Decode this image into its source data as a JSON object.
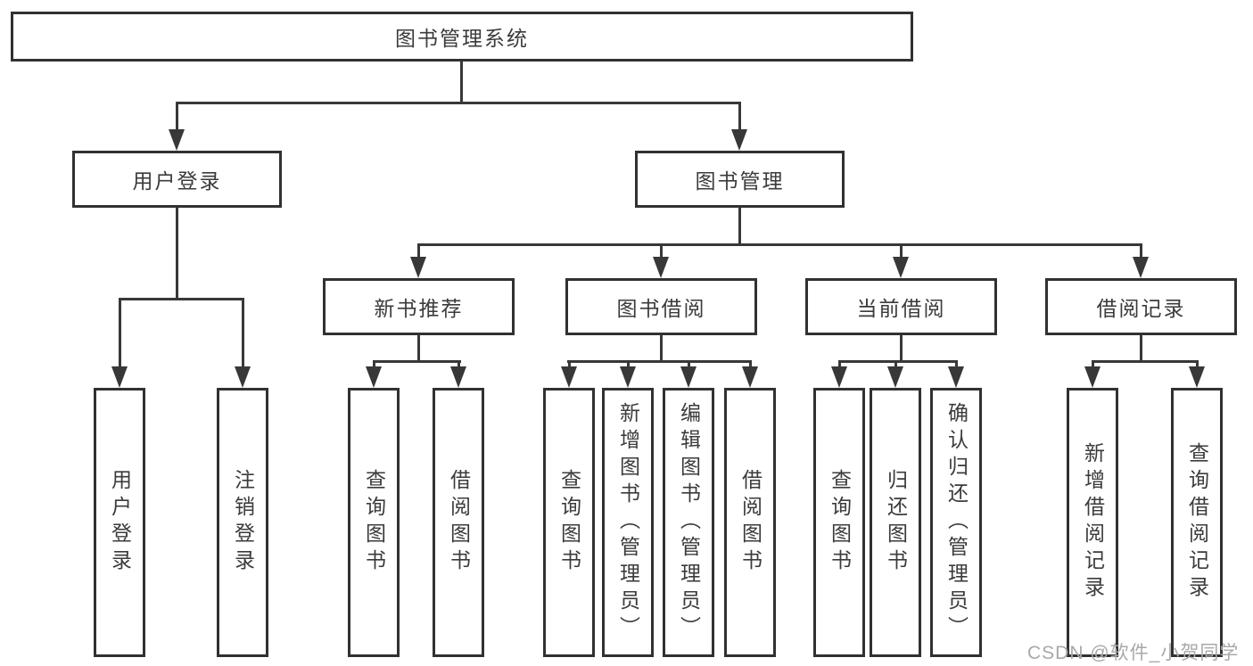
{
  "tree": {
    "label": "图书管理系统",
    "children": [
      {
        "label": "用户登录",
        "children": [
          {
            "label": "用户登录"
          },
          {
            "label": "注销登录"
          }
        ]
      },
      {
        "label": "图书管理",
        "children": [
          {
            "label": "新书推荐",
            "children": [
              {
                "label": "查询图书"
              },
              {
                "label": "借阅图书"
              }
            ]
          },
          {
            "label": "图书借阅",
            "children": [
              {
                "label": "查询图书"
              },
              {
                "label": "新增图书（管理员）"
              },
              {
                "label": "编辑图书（管理员）"
              },
              {
                "label": "借阅图书"
              }
            ]
          },
          {
            "label": "当前借阅",
            "children": [
              {
                "label": "查询图书"
              },
              {
                "label": "归还图书"
              },
              {
                "label": "确认归还（管理员）"
              }
            ]
          },
          {
            "label": "借阅记录",
            "children": [
              {
                "label": "新增借阅记录"
              },
              {
                "label": "查询借阅记录"
              }
            ]
          }
        ]
      }
    ]
  },
  "watermark": {
    "text": "CSDN @软件_小贺同学"
  },
  "colors": {
    "line": "#383838",
    "box_border": "#313131",
    "text": "#3b3b3b",
    "watermark_text": "#a9a9a9",
    "background": "#ffffff"
  }
}
